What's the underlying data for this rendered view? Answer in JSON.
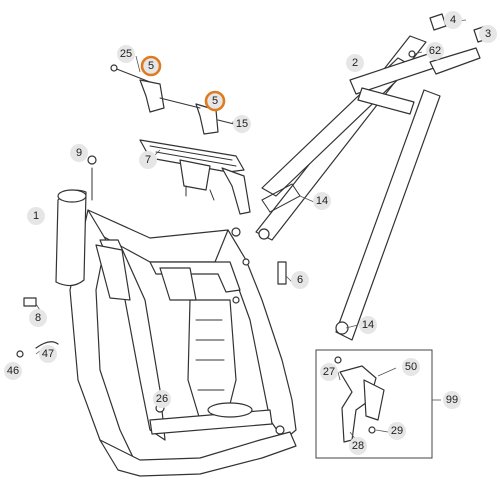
{
  "diagram": {
    "callouts": [
      {
        "id": "c25",
        "label": "25"
      },
      {
        "id": "c5a",
        "label": "5",
        "highlight": true
      },
      {
        "id": "c5b",
        "label": "5",
        "highlight": true
      },
      {
        "id": "c15",
        "label": "15"
      },
      {
        "id": "c9",
        "label": "9"
      },
      {
        "id": "c7",
        "label": "7"
      },
      {
        "id": "c4",
        "label": "4"
      },
      {
        "id": "c3",
        "label": "3"
      },
      {
        "id": "c62",
        "label": "62"
      },
      {
        "id": "c2",
        "label": "2"
      },
      {
        "id": "c14a",
        "label": "14"
      },
      {
        "id": "c1",
        "label": "1"
      },
      {
        "id": "c6",
        "label": "6"
      },
      {
        "id": "c14b",
        "label": "14"
      },
      {
        "id": "c8",
        "label": "8"
      },
      {
        "id": "c47",
        "label": "47"
      },
      {
        "id": "c46",
        "label": "46"
      },
      {
        "id": "c26",
        "label": "26"
      },
      {
        "id": "c27",
        "label": "27"
      },
      {
        "id": "c50",
        "label": "50"
      },
      {
        "id": "c99",
        "label": "99"
      },
      {
        "id": "c28",
        "label": "28"
      },
      {
        "id": "c29",
        "label": "29"
      }
    ],
    "colors": {
      "highlight_ring": "#e07a1f",
      "bubble_fill": "#e6e6e6",
      "line": "#333333"
    }
  }
}
